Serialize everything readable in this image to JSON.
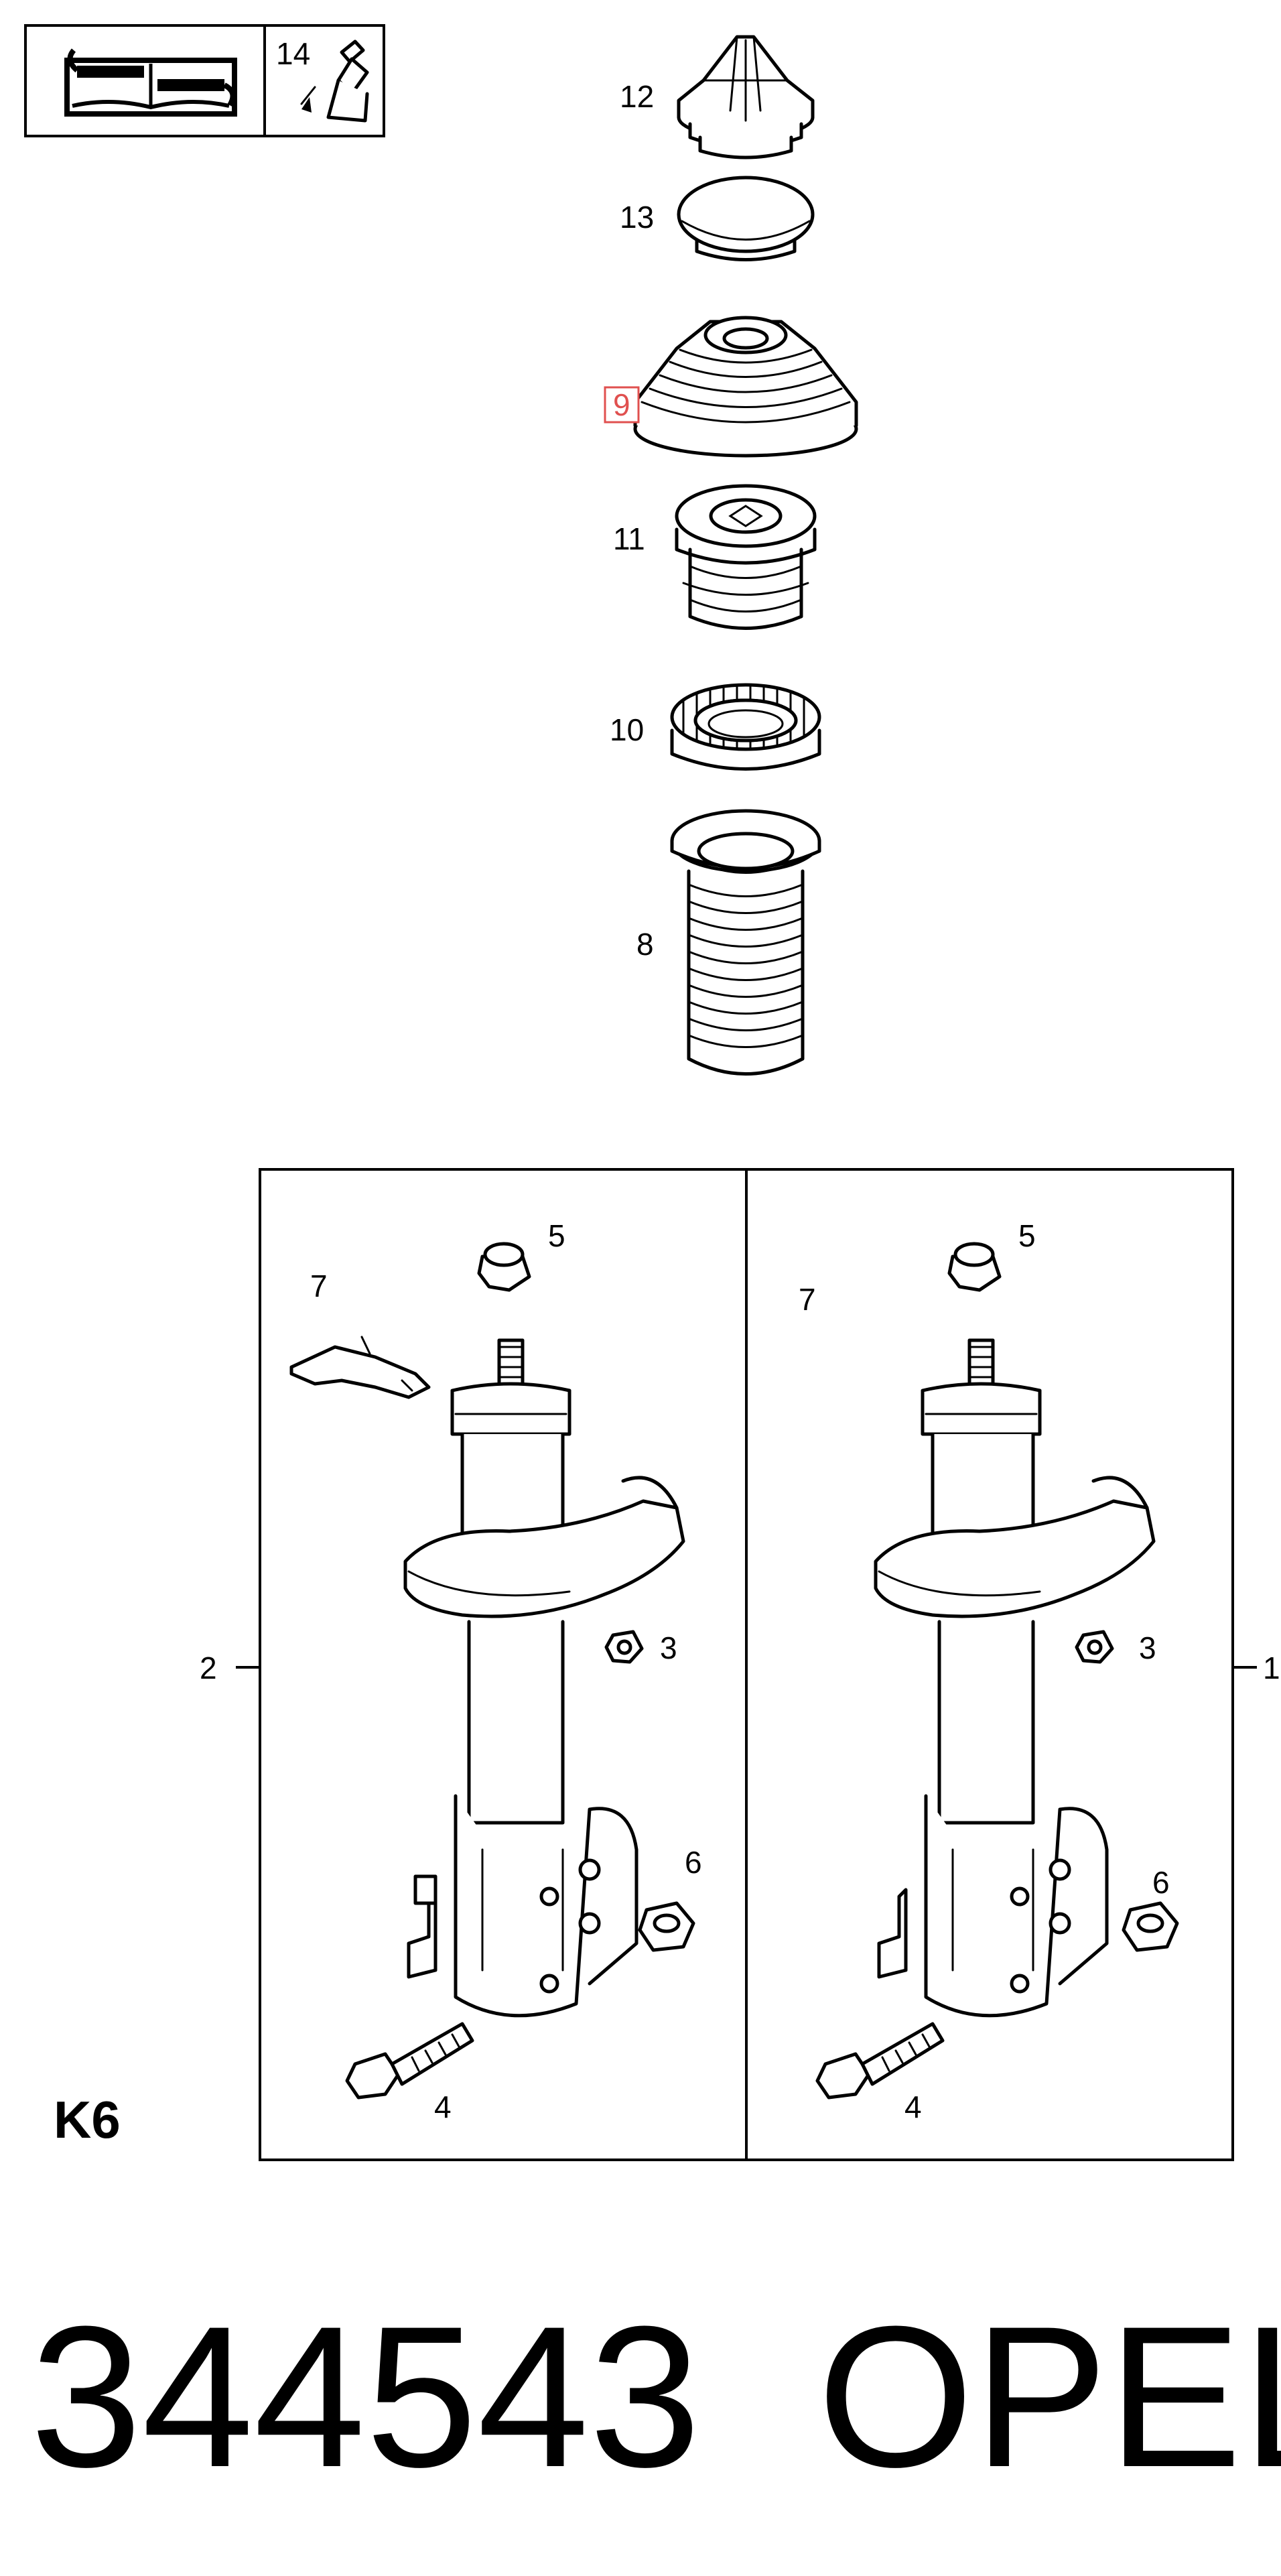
{
  "labels": {
    "p14": "14",
    "p12": "12",
    "p13": "13",
    "p9": "9",
    "p11": "11",
    "p10": "10",
    "p8": "8",
    "left_5": "5",
    "left_7": "7",
    "left_3": "3",
    "left_6": "6",
    "left_4": "4",
    "left_2": "2",
    "right_5": "5",
    "right_7": "7",
    "right_3": "3",
    "right_6": "6",
    "right_4": "4",
    "right_1": "1"
  },
  "section_code": "K6",
  "footer": {
    "part_number": "344543",
    "brand": "OPEL"
  },
  "colors": {
    "highlight": "#e0504f",
    "ink": "#000000"
  },
  "icons": [
    "wrench-book-icon",
    "lubricant-bottle-icon"
  ]
}
